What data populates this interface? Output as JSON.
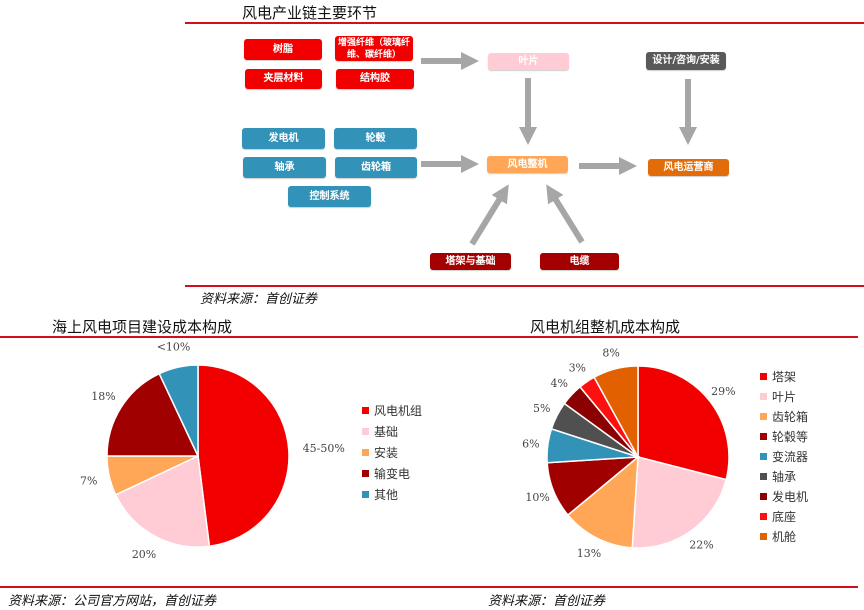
{
  "diagram": {
    "title": "风电产业链主要环节",
    "source": "资料来源：首创证券",
    "materials": [
      "树脂",
      "增强纤维（玻璃纤维、碳纤维）",
      "夹层材料",
      "结构胶"
    ],
    "components": [
      "发电机",
      "轮毂",
      "轴承",
      "齿轮箱",
      "控制系统"
    ],
    "blade": "叶片",
    "turbine": "风电整机",
    "design": "设计/咨询/安装",
    "operator": "风电运营商",
    "tower": "塔架与基础",
    "cable": "电缆",
    "colors": {
      "material": "#f20000",
      "component": "#3392b8",
      "blade": "#ffccd5",
      "turbine": "#ffa756",
      "design": "#595959",
      "operator": "#e36c0a",
      "infra": "#a50000",
      "arrow": "#a6a6a6"
    }
  },
  "chart_data": [
    {
      "type": "pie",
      "title": "海上风电项目建设成本构成",
      "source": "资料来源：公司官方网站，首创证券",
      "legend": "right",
      "slices": [
        {
          "name": "风电机组",
          "value": 48,
          "label": "45-50%",
          "color": "#f20000"
        },
        {
          "name": "基础",
          "value": 20,
          "label": "20%",
          "color": "#ffccd5"
        },
        {
          "name": "安装",
          "value": 7,
          "label": "7%",
          "color": "#ffa756"
        },
        {
          "name": "输变电",
          "value": 18,
          "label": "18%",
          "color": "#a00000"
        },
        {
          "name": "其他",
          "value": 7,
          "label": "<10%",
          "color": "#3392b8"
        }
      ]
    },
    {
      "type": "pie",
      "title": "风电机组整机成本构成",
      "source": "资料来源：首创证券",
      "legend": "right",
      "slices": [
        {
          "name": "塔架",
          "value": 29,
          "label": "29%",
          "color": "#f20000"
        },
        {
          "name": "叶片",
          "value": 22,
          "label": "22%",
          "color": "#ffccd5"
        },
        {
          "name": "齿轮箱",
          "value": 13,
          "label": "13%",
          "color": "#ffa756"
        },
        {
          "name": "轮毂等",
          "value": 10,
          "label": "10%",
          "color": "#a00000"
        },
        {
          "name": "变流器",
          "value": 6,
          "label": "6%",
          "color": "#3392b8"
        },
        {
          "name": "轴承",
          "value": 5,
          "label": "5%",
          "color": "#505050"
        },
        {
          "name": "发电机",
          "value": 4,
          "label": "4%",
          "color": "#8b0000"
        },
        {
          "name": "底座",
          "value": 3,
          "label": "3%",
          "color": "#ff1010"
        },
        {
          "name": "机舱",
          "value": 8,
          "label": "8%",
          "color": "#e36000"
        }
      ]
    }
  ]
}
